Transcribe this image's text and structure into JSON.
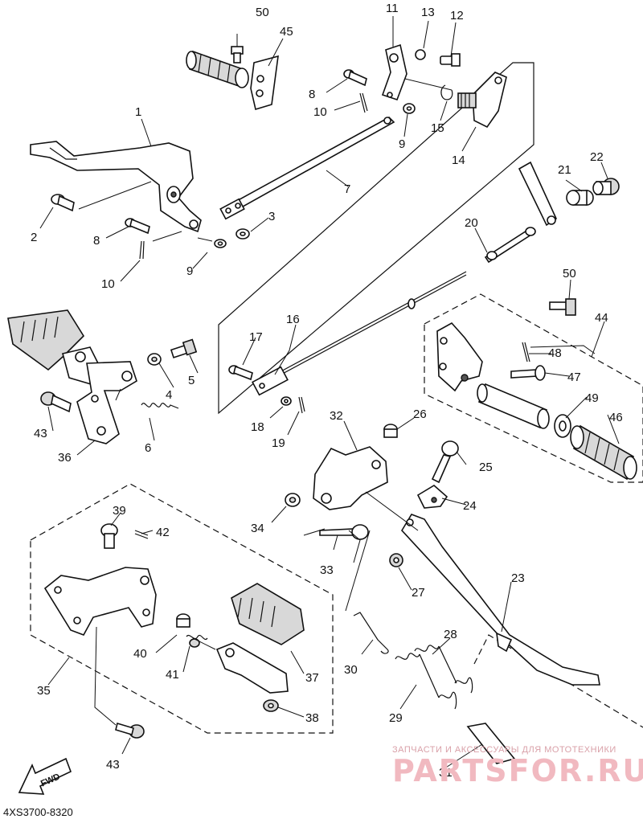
{
  "diagram_code": "4XS3700-8320",
  "fwd_label": "FWD",
  "watermark": {
    "top_text": "ЗАПЧАСТИ И АКСЕССУАРЫ ДЛЯ МОТОТЕХНИКИ",
    "brand_text": "PARTSFOR.RU"
  },
  "callouts": {
    "c1": "1",
    "c2": "2",
    "c3": "3",
    "c4": "4",
    "c5": "5",
    "c6": "6",
    "c7": "7",
    "c8a": "8",
    "c8b": "8",
    "c9a": "9",
    "c9b": "9",
    "c10a": "10",
    "c10b": "10",
    "c11": "11",
    "c12": "12",
    "c13": "13",
    "c14": "14",
    "c15": "15",
    "c16": "16",
    "c17": "17",
    "c18": "18",
    "c19": "19",
    "c20": "20",
    "c21": "21",
    "c22": "22",
    "c23": "23",
    "c24": "24",
    "c25": "25",
    "c26": "26",
    "c27": "27",
    "c28": "28",
    "c29": "29",
    "c30": "30",
    "c31": "31",
    "c32": "32",
    "c33": "33",
    "c34": "34",
    "c35": "35",
    "c36": "36",
    "c37": "37",
    "c38": "38",
    "c39": "39",
    "c40": "40",
    "c41": "41",
    "c42": "42",
    "c43a": "43",
    "c43b": "43",
    "c44": "44",
    "c45": "45",
    "c46": "46",
    "c47": "47",
    "c48": "48",
    "c49": "49",
    "c50a": "50",
    "c50b": "50"
  }
}
